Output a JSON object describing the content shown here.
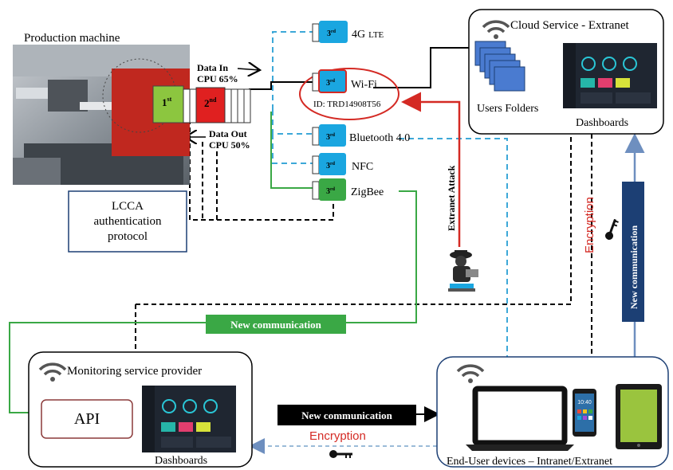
{
  "colors": {
    "accent_blue": "#1aa6e0",
    "green": "#3aa845",
    "red": "#d42a24",
    "navy": "#1c3f74",
    "slate_blue": "#6e8fbf",
    "dash_blue": "#3da8d8"
  },
  "production": {
    "title": "Production machine",
    "first_label": "1",
    "first_sup": "st",
    "second_label": "2",
    "second_sup": "nd",
    "data_in_line1": "Data In",
    "data_in_line2": "CPU 65%",
    "data_out_line1": "Data Out",
    "data_out_line2": "CPU 50%"
  },
  "lcca": {
    "line1": "LCCA",
    "line2": "authentication",
    "line3": "protocol"
  },
  "modules": {
    "sup": "3",
    "sup_suffix": "rd",
    "lte_label": "4G",
    "lte_suffix": "LTE",
    "wifi_label": "Wi-Fi",
    "wifi_id": "ID: TRD14908T56",
    "bluetooth_label": "Bluetooth 4.0",
    "nfc_label": "NFC",
    "zigbee_label": "ZigBee"
  },
  "cloud": {
    "title": "Cloud Service - Extranet",
    "users_folders": "Users Folders",
    "dashboards": "Dashboards"
  },
  "attack": {
    "label": "Extranet Attack",
    "icon": "hacker-icon"
  },
  "links": {
    "encryption_vertical": "Encryption",
    "new_comm_vertical": "New communication",
    "new_comm_green": "New communication",
    "new_comm_black": "New communication",
    "encryption_bottom": "Encryption"
  },
  "monitoring": {
    "title": "Monitoring service provider",
    "api": "API",
    "dashboards": "Dashboards"
  },
  "enduser": {
    "title": "End-User devices – Intranet/Extranet",
    "phone_screen": "10:40"
  }
}
